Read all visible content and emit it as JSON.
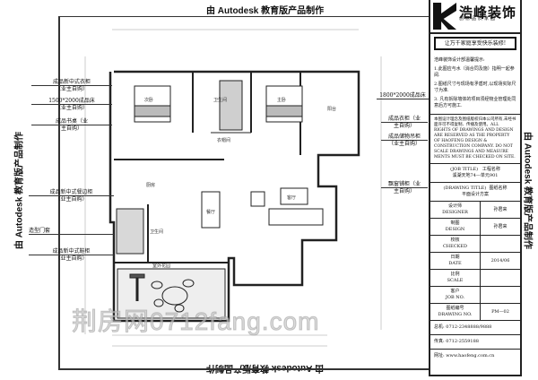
{
  "stamp": "由 Autodesk 教育版产品制作",
  "watermark": "荆房网0712fang.com",
  "left_labels": [
    {
      "line1": "成品新中式衣柜",
      "line2": "（业主自购）"
    },
    {
      "line1": "1500*2000成品床",
      "line2": "（业主自购）"
    },
    {
      "line1": "成品书桌（业",
      "line2": "主自购）"
    },
    {
      "line1": "成品新中式餐边柜",
      "line2": "（业主自购）"
    },
    {
      "line1": "造型门套",
      "line2": ""
    },
    {
      "line1": "成品新中式鞋柜",
      "line2": "（业主自购）"
    }
  ],
  "right_labels": [
    {
      "line1": "1800*2000成品床",
      "line2": ""
    },
    {
      "line1": "成品衣柜（业",
      "line2": "主自购）"
    },
    {
      "line1": "成品储物吊柜",
      "line2": "（业主自购）"
    },
    {
      "line1": "飘窗铺柜（业",
      "line2": "主自购）"
    }
  ],
  "rooms": [
    "次卧",
    "主卧",
    "卫生间",
    "衣帽间",
    "阳台",
    "厨房",
    "餐厅",
    "客厅",
    "卫生间",
    "室外花园"
  ],
  "title_block": {
    "company": "浩峰装饰",
    "company_sub": "创意品质家园",
    "slogan": "让万千家庭享受快乐装修!",
    "notes_title": "浩峰装饰设计部温馨提示:",
    "notes": [
      "1.此图应与水（消合同及施）指明一起参阅.",
      "2.图纸尺寸与现场有矛盾时,以现场实际尺寸为准.",
      "3. 凡有拆除墙体的项目须经物业管理处同意后方可施工."
    ],
    "disclaimer": "本图设计理念及图纸版权归本公司所有,未经书面许可不得复制、传播及使用。ALL RIGHTS OF DRAWINGS AND DESIGN ARE RESERVED AS THE PROPERTY OF HAOFENG DESIGN & CONSTRUCTION COMPANY. DO NOT SCALE DRAWINGS AND MEASURE MENTS MUST BE CHECKED ON SITE.",
    "job_title_label": "(JOB TITLE)",
    "job_title_cn": "工程名称",
    "job_title_value": "溪湖天地74—单元901",
    "drawing_title_label": "(DRAWING TITLE)",
    "drawing_title_cn": "图纸名称",
    "drawing_title_value": "平面设计方案",
    "rows": [
      {
        "cn": "设计师",
        "en": "DESIGNER",
        "value": "孙君来"
      },
      {
        "cn": "制图",
        "en": "DESIGN",
        "value": "孙君来"
      },
      {
        "cn": "校核",
        "en": "CHECKED",
        "value": ""
      },
      {
        "cn": "日期",
        "en": "DATE",
        "value": "2014/06"
      },
      {
        "cn": "比例",
        "en": "SCALE",
        "value": ""
      },
      {
        "cn": "客户",
        "en": "JOB NO.",
        "value": ""
      },
      {
        "cn": "图纸编号",
        "en": "DRAWING NO.",
        "value": "PM—02"
      }
    ],
    "phone": "总机: 0712-2348888/9888",
    "fax": "传真: 0712-2559188",
    "web": "网址: www.haofeng.com.cn"
  }
}
